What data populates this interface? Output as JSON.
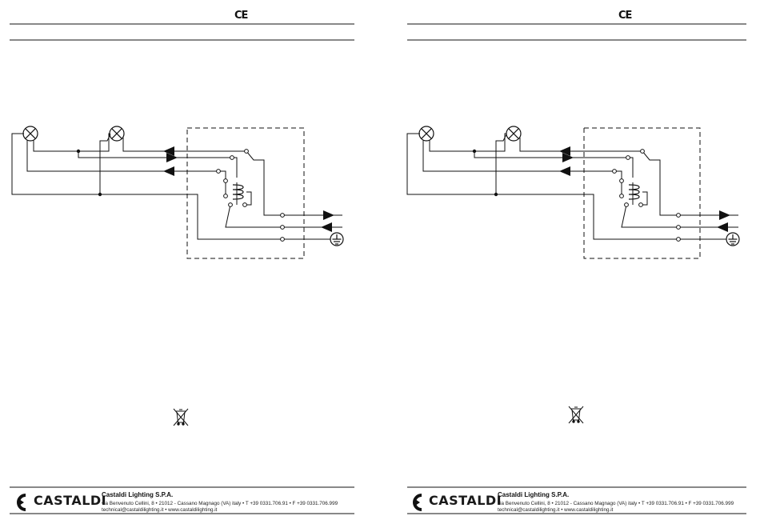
{
  "pages": [
    {
      "ce_mark": "CE",
      "footer": {
        "brand": "CASTALDI",
        "company": "Castaldi Lighting S.P.A.",
        "address": "via Benvenuto Cellini, 8 • 21012 - Cassano Magnago (VA) italy • T +39 0331.706.91 • F +39 0331.706.999",
        "contact": "technical@castaldilighting.it • www.castaldilighting.it"
      },
      "icons": [
        "lamp-icon",
        "lamp-icon",
        "ground-icon",
        "weee-bin-icon",
        "castaldi-logo-icon"
      ]
    },
    {
      "ce_mark": "CE",
      "footer": {
        "brand": "CASTALDI",
        "company": "Castaldi Lighting S.P.A.",
        "address": "via Benvenuto Cellini, 8 • 21012 - Cassano Magnago (VA) italy • T +39 0331.706.91 • F +39 0331.706.999",
        "contact": "technical@castaldilighting.it • www.castaldilighting.it"
      },
      "icons": [
        "lamp-icon",
        "lamp-icon",
        "ground-icon",
        "weee-bin-icon",
        "castaldi-logo-icon"
      ]
    }
  ]
}
